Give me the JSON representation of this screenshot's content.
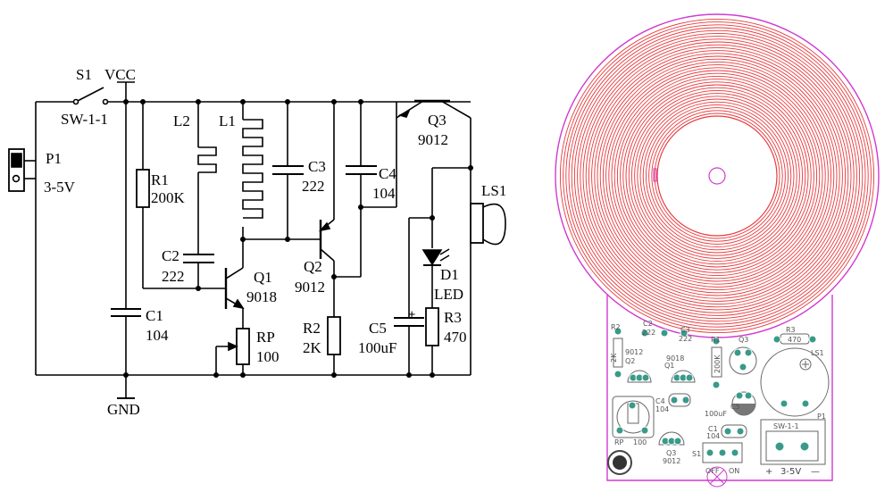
{
  "schematic": {
    "switch": {
      "ref": "S1",
      "type": "SW-1-1"
    },
    "supply": {
      "vcc": "VCC",
      "gnd": "GND"
    },
    "connector": {
      "ref": "P1",
      "value": "3-5V"
    },
    "r1": {
      "ref": "R1",
      "value": "200K"
    },
    "l2": {
      "ref": "L2"
    },
    "l1": {
      "ref": "L1"
    },
    "c2": {
      "ref": "C2",
      "value": "222"
    },
    "c1": {
      "ref": "C1",
      "value": "104"
    },
    "c3": {
      "ref": "C3",
      "value": "222"
    },
    "c4": {
      "ref": "C4",
      "value": "104"
    },
    "q1": {
      "ref": "Q1",
      "value": "9018"
    },
    "q2": {
      "ref": "Q2",
      "value": "9012"
    },
    "q3": {
      "ref": "Q3",
      "value": "9012"
    },
    "rp": {
      "ref": "RP",
      "value": "100"
    },
    "r2": {
      "ref": "R2",
      "value": "2K"
    },
    "c5": {
      "ref": "C5",
      "value": "100uF",
      "polarity": "±"
    },
    "d1": {
      "ref": "D1",
      "value": "LED"
    },
    "r3": {
      "ref": "R3",
      "value": "470"
    },
    "speaker": {
      "ref": "LS1"
    }
  },
  "pcb": {
    "r2": "R2",
    "r2v": "2K",
    "c2": "C2",
    "c2v": "222",
    "c3": "C3",
    "c3v": "222",
    "r1": "R1",
    "r1v": "200K",
    "q2": "Q2",
    "q2v": "9012",
    "q1": "Q1",
    "q1v": "9018",
    "q3": "Q3",
    "q3v": "9012",
    "c4": "C4",
    "c4v": "104",
    "c5": "C5",
    "c5v": "100uF",
    "c1": "C1",
    "c1v": "104",
    "r3": "R3",
    "r3v": "470",
    "ls1": "LS1",
    "p1": "P1",
    "sw_part": "SW-1-1",
    "s1": "S1",
    "rp": "RP",
    "rpv": "100",
    "off": "OFF",
    "on": "ON",
    "plus": "+",
    "volt": "3-5V",
    "minus": "—"
  },
  "colors": {
    "line": "#000000",
    "coil": "#e8393c",
    "outline": "#d03ad0",
    "silk": "#555555",
    "pad": "#3a9a8a"
  }
}
